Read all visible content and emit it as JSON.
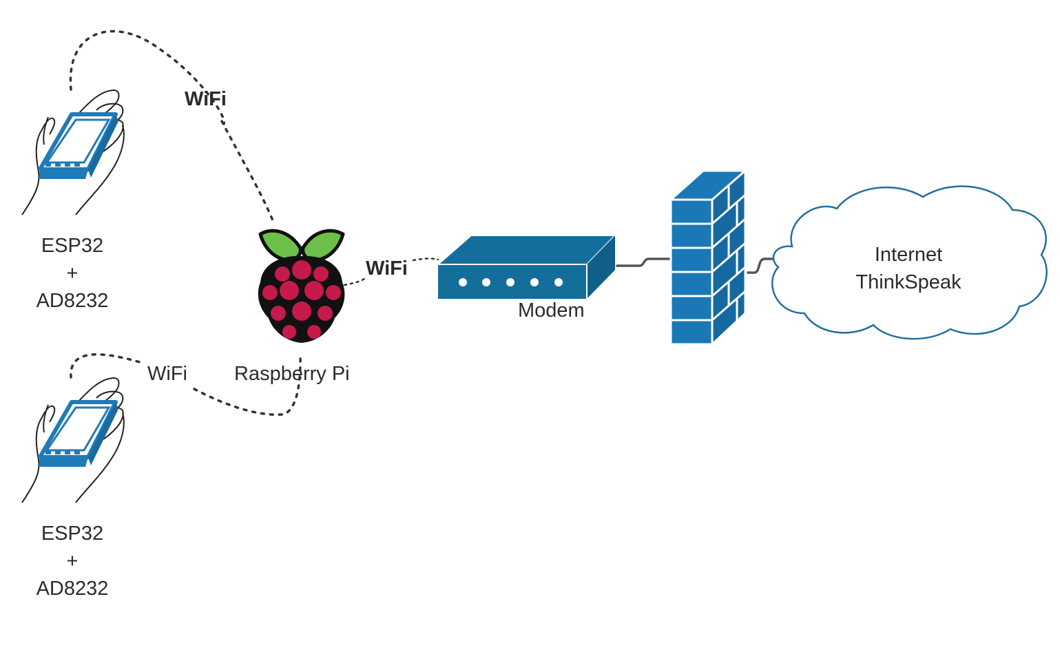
{
  "nodes": {
    "esp_top": {
      "line1": "ESP32",
      "line2": "+",
      "line3": "AD8232"
    },
    "esp_bottom": {
      "line1": "ESP32",
      "line2": "+",
      "line3": "AD8232"
    },
    "raspberry_pi": {
      "label": "Raspberry Pi"
    },
    "modem": {
      "label": "Modem"
    },
    "firewall": {
      "label": ""
    },
    "cloud": {
      "line1": "Internet",
      "line2": "ThinkSpeak"
    }
  },
  "links": {
    "esp_top_to_pi": "WiFi",
    "pi_to_modem": "WiFi",
    "esp_bottom_to_pi": "WiFi"
  },
  "colors": {
    "device_blue": "#1f7ab8",
    "modem_blue": "#136e9c",
    "firewall_blue": "#1a78b6",
    "cloud_stroke": "#22709a",
    "raspberry_red": "#c51a4a",
    "leaf_green": "#6cc04a",
    "line_gray": "#555555",
    "text": "#2b2b2b"
  },
  "icons": [
    "hand-device-icon",
    "raspberry-pi-icon",
    "modem-icon",
    "firewall-icon",
    "cloud-icon"
  ]
}
